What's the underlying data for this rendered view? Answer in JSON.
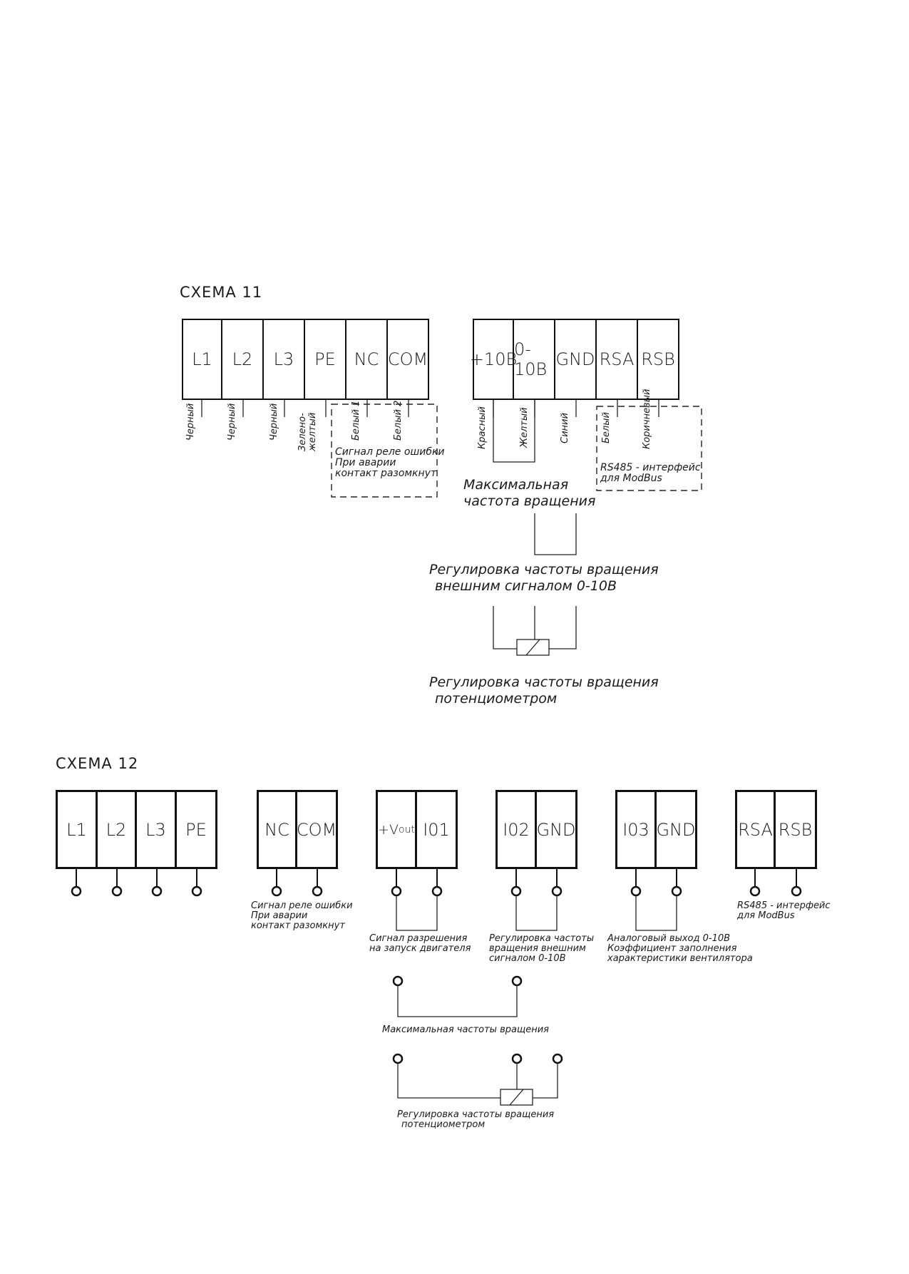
{
  "scheme11": {
    "title": "СХЕМА 11",
    "block_power": [
      "L1",
      "L2",
      "L3",
      "PE",
      "NC",
      "COM"
    ],
    "block_control": [
      "+10В",
      "0-10В",
      "GND",
      "RSA",
      "RSB"
    ],
    "wires": [
      "Черный",
      "Черный",
      "Черный",
      "Зелено-желтый",
      "Белый 1",
      "Белый 2",
      "Красный",
      "Желтый",
      "Синий",
      "Белый",
      "Коричневый"
    ],
    "relay_note": [
      "Сигнал реле ошибки",
      "При аварии",
      "контакт разомкнут"
    ],
    "rs485_note": [
      "RS485 - интерфейс",
      "для ModBus"
    ],
    "max_speed": [
      "Максимальная",
      "частота вращения"
    ],
    "ext_signal": [
      "Регулировка частоты вращения",
      "внешним сигналом 0-10В"
    ],
    "potentiometer": [
      "Регулировка частоты вращения",
      "потенциометром"
    ]
  },
  "scheme12": {
    "title": "СХЕМА 12",
    "block_power": [
      "L1",
      "L2",
      "L3",
      "PE"
    ],
    "block_relay": [
      "NC",
      "COM"
    ],
    "block_enable": [
      "+V",
      "I01"
    ],
    "vout_sub": "out",
    "block_io2": [
      "I02",
      "GND"
    ],
    "block_io3": [
      "I03",
      "GND"
    ],
    "block_rs": [
      "RSA",
      "RSB"
    ],
    "relay_note": [
      "Сигнал реле ошибки",
      "При аварии",
      "контакт разомкнут"
    ],
    "enable_note": [
      "Сигнал разрешения",
      "на запуск двигателя"
    ],
    "io2_note": [
      "Регулировка частоты",
      "вращения внешним",
      "сигналом 0-10В"
    ],
    "io3_note": [
      "Аналоговый выход 0-10В",
      "Коэффициент заполнения",
      "характеристики вентилятора"
    ],
    "rs485_note": [
      "RS485 - интерфейс",
      "для ModBus"
    ],
    "max_speed": "Максимальная частоты вращения",
    "potentiometer": [
      "Регулировка частоты вращения",
      "потенциометром"
    ]
  }
}
